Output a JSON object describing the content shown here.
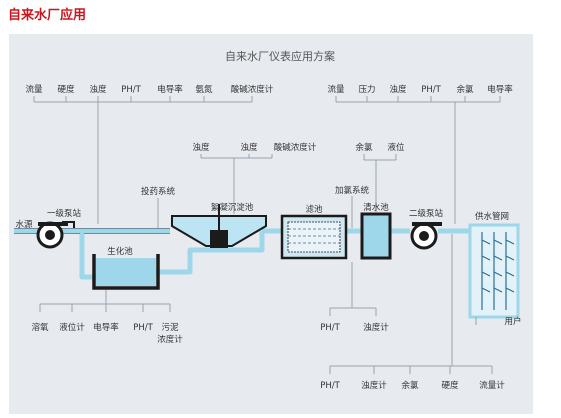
{
  "page_title": "自来水厂应用",
  "diagram_title": "自来水厂仪表应用方案",
  "colors": {
    "title_red": "#c8161d",
    "panel_bg": "#e7ebf0",
    "pipe_blue": "#9fd7ea",
    "line_dark": "#1b1b1b",
    "water_blue": "#9fd7ea",
    "text": "#333333",
    "diagram_title": "#555555"
  },
  "top_left_instruments": [
    "流量",
    "硬度",
    "浊度",
    "PH/T",
    "电导率",
    "氨氮",
    "酸碱浓度计"
  ],
  "top_right_instruments": [
    "流量",
    "压力",
    "浊度",
    "PH/T",
    "余氯",
    "电导率"
  ],
  "sedimentation_instruments": [
    "浊度",
    "浊度",
    "酸碱浓度计"
  ],
  "clearwell_instruments": [
    "余氯",
    "液位"
  ],
  "dosing_system": "投药系统",
  "chlorination_system": "加氯系统",
  "units": {
    "water_source": "水源",
    "first_pump_station": "一级泵站",
    "coagulation_tank": "絮凝沉淀池",
    "filter": "滤池",
    "clear_water_tank": "清水池",
    "second_pump_station": "二级泵站",
    "supply_network": "供水管网",
    "bio_tank": "生化池",
    "user": "用户"
  },
  "bottom_left_instruments": [
    "溶氧",
    "液位计",
    "电导率",
    "PH/T",
    "污泥\n浓度计"
  ],
  "filter_instruments": [
    "PH/T",
    "浊度计"
  ],
  "bottom_right_instruments": [
    "PH/T",
    "浊度计",
    "余氯",
    "硬度",
    "流量计"
  ],
  "icons": {
    "pump": "pump-icon",
    "tank": "tank-icon",
    "filter": "filter-icon",
    "arrow": "arrow-icon"
  }
}
